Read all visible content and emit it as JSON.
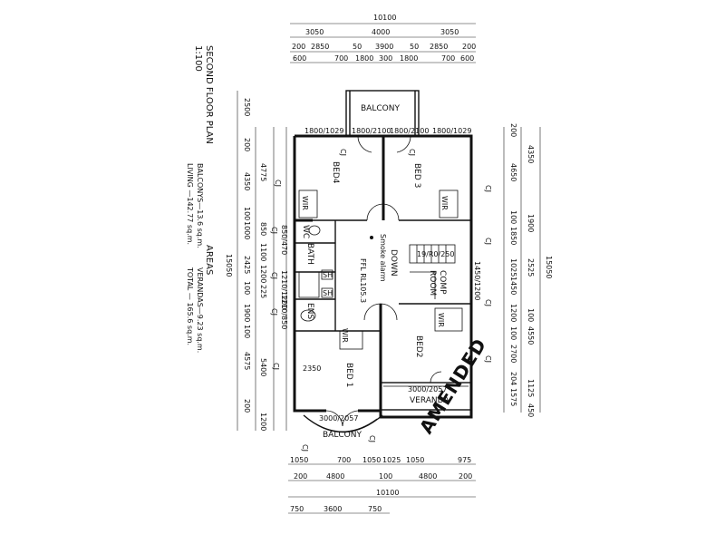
{
  "title": "SECOND FLOOR PLAN",
  "scale": "1:100",
  "stamp": "AMENDED",
  "areas": {
    "heading": "AREAS",
    "balconys": "BALCONYS—13.6 sq.m.",
    "verandas": "VERANDAS—9.23 sq.m.",
    "living": "LIVING —142.77 sq.m.",
    "total": "TOTAL — 165.6 sq.m."
  },
  "rooms": {
    "balcony_top": "BALCONY",
    "bed4": "BED4",
    "bed3": "BED 3",
    "wir_left": "WIR",
    "wir_right": "WIR",
    "wc": "WC",
    "bath": "BATH",
    "ens": "ENS",
    "down": "DOWN",
    "smoke": "Smoke alarm",
    "ffl": "FFL RL105.3",
    "comp": "COMP",
    "room": "ROOM",
    "wir_bed2": "WIR",
    "bed2": "BED2",
    "wir_bed1": "WIR",
    "bed1": "BED 1",
    "veranda": "VERANDA",
    "balcony_bottom": "BALCONY",
    "stair_note": "19/R0/250",
    "sh1": "SH",
    "sh2": "SH"
  },
  "openings": {
    "top1": "1800/1029",
    "top2": "1800/2100",
    "top3": "1800/2100",
    "top4": "1800/1029",
    "bed1_size": "2350",
    "veranda_door": "3000/2057",
    "balcony_door": "3000/2057",
    "left_v1": "850/470",
    "left_v2": "1210/1200",
    "left_v3": "1210/850",
    "right_v1": "1450/1200"
  },
  "dims_top": {
    "overall": "10100",
    "row2": [
      "3050",
      "4000",
      "3050"
    ],
    "row3": [
      "200",
      "2850",
      "50",
      "3900",
      "50",
      "2850",
      "200"
    ],
    "row4": [
      "600",
      "700",
      "1800",
      "300",
      "1800",
      "700",
      "600"
    ]
  },
  "dims_bottom": {
    "row1": [
      "1050",
      "700",
      "1050",
      "1025",
      "1050",
      "975"
    ],
    "row2": [
      "200",
      "4800",
      "100",
      "4800",
      "200"
    ],
    "overall": "10100",
    "row4": [
      "750",
      "3600",
      "750"
    ]
  },
  "dims_left": {
    "a": [
      "2500",
      "200",
      "4350",
      "100",
      "1000",
      "2425",
      "100",
      "1900",
      "100",
      "4575",
      "200"
    ],
    "b": [
      "4775",
      "850",
      "1100",
      "1200",
      "225",
      "5400",
      "1200"
    ],
    "overall": "15050"
  },
  "dims_right": {
    "a": [
      "200",
      "4650",
      "100",
      "1850",
      "1025",
      "1450",
      "1200",
      "100",
      "2700",
      "204",
      "1575"
    ],
    "b": [
      "4350",
      "1900",
      "2525",
      "100",
      "4550",
      "1125",
      "450"
    ],
    "overall": "15050"
  },
  "markers": [
    "CJ",
    "CJ",
    "CJ",
    "CJ",
    "CJ",
    "CJ",
    "CJ",
    "CJ",
    "CJ",
    "CJ",
    "CJ",
    "CJ",
    "CJ"
  ]
}
